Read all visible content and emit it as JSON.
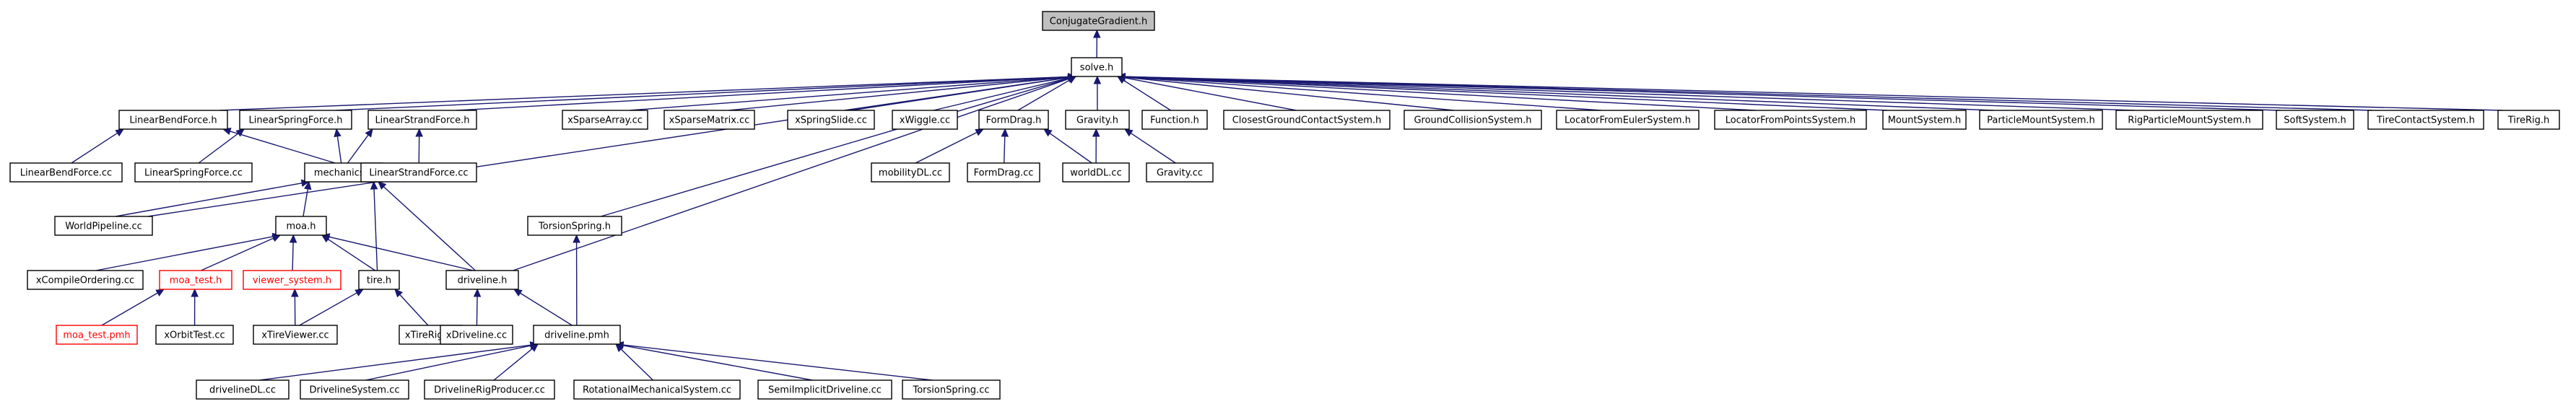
{
  "colors": {
    "edge": "#191970",
    "node_border": "#000000",
    "node_fill": "#ffffff",
    "root_fill": "#bfbfbf",
    "missing_node": "#ff0000"
  },
  "nodes": [
    {
      "id": "conjugategradient_h",
      "label": "ConjugateGradient.h",
      "style": "root"
    },
    {
      "id": "solve_h",
      "label": "solve.h"
    },
    {
      "id": "linearbendforce_h",
      "label": "LinearBendForce.h"
    },
    {
      "id": "linearspringforce_h",
      "label": "LinearSpringForce.h"
    },
    {
      "id": "linearstrandforce_h",
      "label": "LinearStrandForce.h"
    },
    {
      "id": "xsparsearray_cc",
      "label": "xSparseArray.cc"
    },
    {
      "id": "xsparsematrix_cc",
      "label": "xSparseMatrix.cc"
    },
    {
      "id": "xspringslide_cc",
      "label": "xSpringSlide.cc"
    },
    {
      "id": "xwiggle_cc",
      "label": "xWiggle.cc"
    },
    {
      "id": "formdrag_h",
      "label": "FormDrag.h"
    },
    {
      "id": "gravity_h",
      "label": "Gravity.h"
    },
    {
      "id": "function_h",
      "label": "Function.h"
    },
    {
      "id": "closestgroundcontactsystem_h",
      "label": "ClosestGroundContactSystem.h"
    },
    {
      "id": "groundcollisionsystem_h",
      "label": "GroundCollisionSystem.h"
    },
    {
      "id": "locatorfromeulersystem_h",
      "label": "LocatorFromEulerSystem.h"
    },
    {
      "id": "locatorfrompointssystem_h",
      "label": "LocatorFromPointsSystem.h"
    },
    {
      "id": "mountsystem_h",
      "label": "MountSystem.h"
    },
    {
      "id": "particlemountsystem_h",
      "label": "ParticleMountSystem.h"
    },
    {
      "id": "rigparticlemountsystem_h",
      "label": "RigParticleMountSystem.h"
    },
    {
      "id": "softsystem_h",
      "label": "SoftSystem.h"
    },
    {
      "id": "tirecontactsystem_h",
      "label": "TireContactSystem.h"
    },
    {
      "id": "tirerig_h",
      "label": "TireRig.h"
    },
    {
      "id": "linearbendforce_cc",
      "label": "LinearBendForce.cc"
    },
    {
      "id": "linearspringforce_cc",
      "label": "LinearSpringForce.cc"
    },
    {
      "id": "mechanics_h",
      "label": "mechanics.h"
    },
    {
      "id": "linearstrandforce_cc",
      "label": "LinearStrandForce.cc"
    },
    {
      "id": "mobilitydl_cc",
      "label": "mobilityDL.cc"
    },
    {
      "id": "formdrag_cc",
      "label": "FormDrag.cc"
    },
    {
      "id": "worlddl_cc",
      "label": "worldDL.cc"
    },
    {
      "id": "gravity_cc",
      "label": "Gravity.cc"
    },
    {
      "id": "worldpipeline_cc",
      "label": "WorldPipeline.cc"
    },
    {
      "id": "torsionspring_h",
      "label": "TorsionSpring.h"
    },
    {
      "id": "moa_h",
      "label": "moa.h"
    },
    {
      "id": "xcompileordering_cc",
      "label": "xCompileOrdering.cc"
    },
    {
      "id": "moa_test_h",
      "label": "moa_test.h",
      "style": "red"
    },
    {
      "id": "viewer_system_h",
      "label": "viewer_system.h",
      "style": "red"
    },
    {
      "id": "tire_h",
      "label": "tire.h"
    },
    {
      "id": "driveline_h",
      "label": "driveline.h"
    },
    {
      "id": "moa_test_pmh",
      "label": "moa_test.pmh",
      "style": "red"
    },
    {
      "id": "xorbittest_cc",
      "label": "xOrbitTest.cc"
    },
    {
      "id": "xtireviewer_cc",
      "label": "xTireViewer.cc"
    },
    {
      "id": "xtirerig_cc",
      "label": "xTireRig.cc"
    },
    {
      "id": "xdriveline_cc",
      "label": "xDriveline.cc"
    },
    {
      "id": "driveline_pmh",
      "label": "driveline.pmh"
    },
    {
      "id": "drivelinedl_cc",
      "label": "drivelineDL.cc"
    },
    {
      "id": "drivelinesystem_cc",
      "label": "DrivelineSystem.cc"
    },
    {
      "id": "drivelinerigproducer_cc",
      "label": "DrivelineRigProducer.cc"
    },
    {
      "id": "rotationalmechanicalsystem_cc",
      "label": "RotationalMechanicalSystem.cc"
    },
    {
      "id": "semiimplicitdriveline_cc",
      "label": "SemiImplicitDriveline.cc"
    },
    {
      "id": "torsionspring_cc",
      "label": "TorsionSpring.cc"
    }
  ],
  "edges": [
    [
      "solve_h",
      "conjugategradient_h"
    ],
    [
      "linearbendforce_h",
      "solve_h"
    ],
    [
      "linearspringforce_h",
      "solve_h"
    ],
    [
      "linearstrandforce_h",
      "solve_h"
    ],
    [
      "xsparsearray_cc",
      "solve_h"
    ],
    [
      "xsparsematrix_cc",
      "solve_h"
    ],
    [
      "xspringslide_cc",
      "solve_h"
    ],
    [
      "xwiggle_cc",
      "solve_h"
    ],
    [
      "formdrag_h",
      "solve_h"
    ],
    [
      "gravity_h",
      "solve_h"
    ],
    [
      "function_h",
      "solve_h"
    ],
    [
      "closestgroundcontactsystem_h",
      "solve_h"
    ],
    [
      "groundcollisionsystem_h",
      "solve_h"
    ],
    [
      "locatorfromeulersystem_h",
      "solve_h"
    ],
    [
      "locatorfrompointssystem_h",
      "solve_h"
    ],
    [
      "mountsystem_h",
      "solve_h"
    ],
    [
      "particlemountsystem_h",
      "solve_h"
    ],
    [
      "rigparticlemountsystem_h",
      "solve_h"
    ],
    [
      "softsystem_h",
      "solve_h"
    ],
    [
      "tirecontactsystem_h",
      "solve_h"
    ],
    [
      "tirerig_h",
      "solve_h"
    ],
    [
      "worldpipeline_cc",
      "solve_h"
    ],
    [
      "torsionspring_h",
      "solve_h"
    ],
    [
      "driveline_h",
      "solve_h"
    ],
    [
      "linearbendforce_cc",
      "linearbendforce_h"
    ],
    [
      "mechanics_h",
      "linearbendforce_h"
    ],
    [
      "linearspringforce_cc",
      "linearspringforce_h"
    ],
    [
      "mechanics_h",
      "linearspringforce_h"
    ],
    [
      "mechanics_h",
      "linearstrandforce_h"
    ],
    [
      "linearstrandforce_cc",
      "linearstrandforce_h"
    ],
    [
      "mobilitydl_cc",
      "formdrag_h"
    ],
    [
      "formdrag_cc",
      "formdrag_h"
    ],
    [
      "worlddl_cc",
      "formdrag_h"
    ],
    [
      "worlddl_cc",
      "gravity_h"
    ],
    [
      "gravity_cc",
      "gravity_h"
    ],
    [
      "worldpipeline_cc",
      "mechanics_h"
    ],
    [
      "moa_h",
      "mechanics_h"
    ],
    [
      "driveline_h",
      "mechanics_h"
    ],
    [
      "tire_h",
      "mechanics_h"
    ],
    [
      "driveline_pmh",
      "torsionspring_h"
    ],
    [
      "xcompileordering_cc",
      "moa_h"
    ],
    [
      "moa_test_h",
      "moa_h"
    ],
    [
      "viewer_system_h",
      "moa_h"
    ],
    [
      "tire_h",
      "moa_h"
    ],
    [
      "driveline_h",
      "moa_h"
    ],
    [
      "moa_test_pmh",
      "moa_test_h"
    ],
    [
      "xorbittest_cc",
      "moa_test_h"
    ],
    [
      "xtireviewer_cc",
      "viewer_system_h"
    ],
    [
      "xtireviewer_cc",
      "tire_h"
    ],
    [
      "xtirerig_cc",
      "tire_h"
    ],
    [
      "xdriveline_cc",
      "driveline_h"
    ],
    [
      "driveline_pmh",
      "driveline_h"
    ],
    [
      "drivelinedl_cc",
      "driveline_pmh"
    ],
    [
      "drivelinesystem_cc",
      "driveline_pmh"
    ],
    [
      "drivelinerigproducer_cc",
      "driveline_pmh"
    ],
    [
      "rotationalmechanicalsystem_cc",
      "driveline_pmh"
    ],
    [
      "semiimplicitdriveline_cc",
      "driveline_pmh"
    ],
    [
      "torsionspring_cc",
      "driveline_pmh"
    ]
  ]
}
